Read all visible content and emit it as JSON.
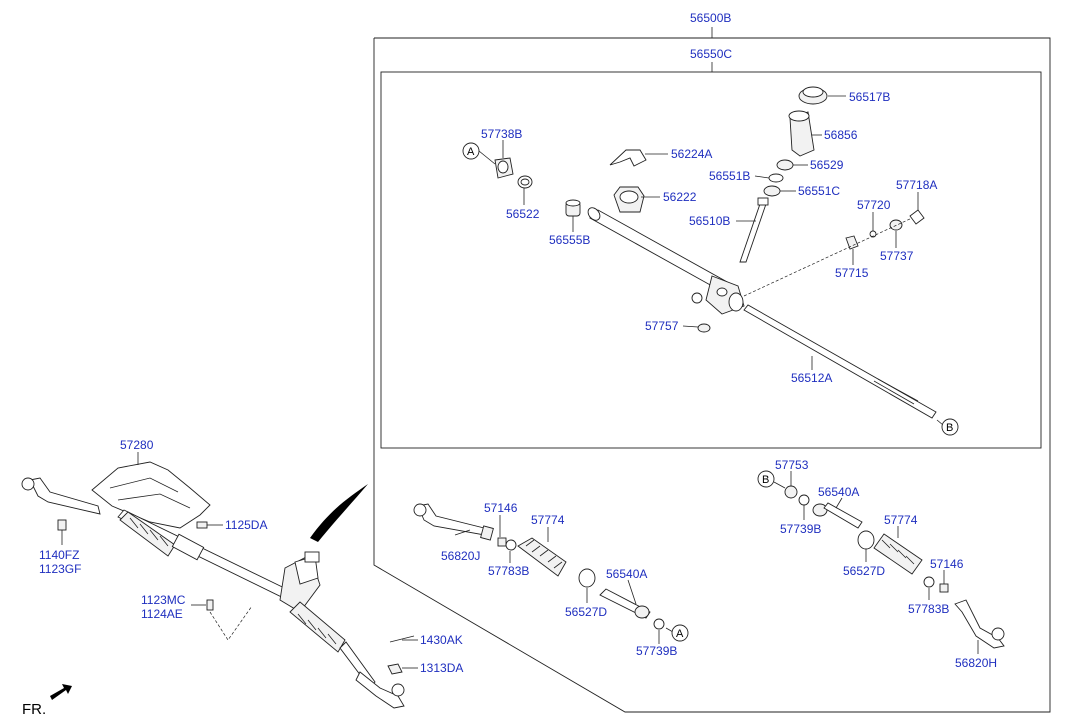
{
  "header": {
    "assembly_label": "56500B",
    "subassembly_label": "56550C"
  },
  "orientation": {
    "label": "FR."
  },
  "refs": {
    "a": "A",
    "b": "B"
  },
  "parts": {
    "p56517B": "56517B",
    "p56856": "56856",
    "p56529": "56529",
    "p56551B": "56551B",
    "p56551C": "56551C",
    "p57738B": "57738B",
    "p56224A": "56224A",
    "p56222": "56222",
    "p56522": "56522",
    "p56555B": "56555B",
    "p56510B": "56510B",
    "p57718A": "57718A",
    "p57720": "57720",
    "p57737": "57737",
    "p57715": "57715",
    "p57757": "57757",
    "p56512A": "56512A",
    "p57280": "57280",
    "p1125DA": "1125DA",
    "p1140FZ": "1140FZ",
    "p1123GF": "1123GF",
    "p1123MC": "1123MC",
    "p1124AE": "1124AE",
    "p1430AK": "1430AK",
    "p1313DA": "1313DA",
    "p57146_l": "57146",
    "p57774_l": "57774",
    "p56820J": "56820J",
    "p57783B_l": "57783B",
    "p56540A_l": "56540A",
    "p56527D_l": "56527D",
    "p57739B_l": "57739B",
    "p57753": "57753",
    "p56540A_r": "56540A",
    "p57739B_r": "57739B",
    "p57774_r": "57774",
    "p56527D_r": "56527D",
    "p57146_r": "57146",
    "p57783B_r": "57783B",
    "p56820H": "56820H"
  },
  "colors": {
    "label": "#1f2fbf",
    "line": "#222222",
    "background": "#ffffff"
  }
}
